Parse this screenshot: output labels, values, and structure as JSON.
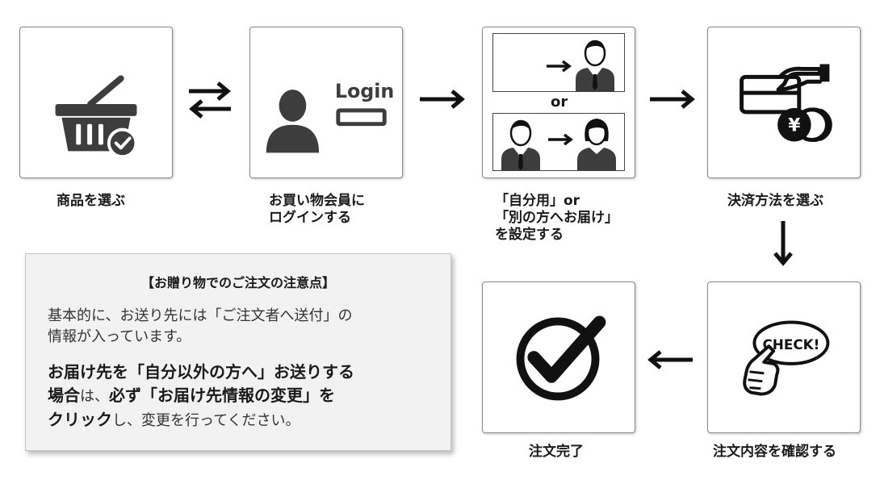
{
  "steps": {
    "select_product": {
      "caption": "商品を選ぶ",
      "icon": "shopping-basket-check-icon"
    },
    "login": {
      "caption_line1": "お買い物会員に",
      "caption_line2": "ログインする",
      "login_text": "Login",
      "icon": "user-login-icon"
    },
    "recipient": {
      "or_label": "or",
      "caption_line1": "「自分用」or",
      "caption_line2": "「別の方へお届け」",
      "caption_line3": "を設定する"
    },
    "payment": {
      "caption": "決済方法を選ぶ",
      "icon": "hand-card-yen-coins-icon"
    },
    "confirm": {
      "caption": "注文内容を確認する",
      "check_text": "CHECK!",
      "icon": "check-speech-bubble-icon"
    },
    "complete": {
      "caption": "注文完了",
      "icon": "checkmark-circle-icon"
    }
  },
  "note": {
    "title": "【お贈り物でのご注文の注意点】",
    "line1": "基本的に、お送り先には「ご注文者へ送付」の",
    "line2": "情報が入っています。",
    "p2_part1": "お届け先を「自分以外の方へ」お送りする",
    "p2_part2": "場合",
    "p2_part3": "は、",
    "p2_part4": "必ず「お届け先情報の変更」を",
    "p2_part5": "クリック",
    "p2_part6": "し、変更を行ってください。"
  },
  "colors": {
    "icon_gray": "#3d3d3d",
    "icon_dark": "#111111",
    "border": "#8a8a8a",
    "note_bg": "#f2f2f2"
  }
}
